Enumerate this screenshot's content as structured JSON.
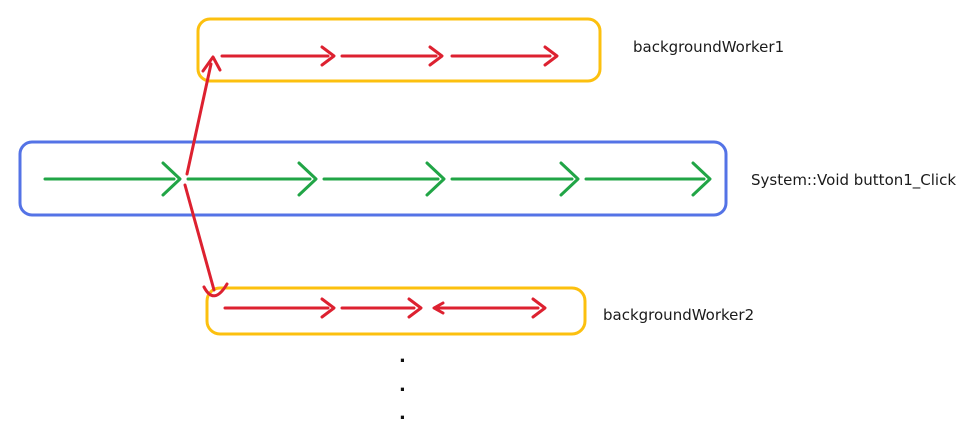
{
  "diagram": {
    "type": "thread-timeline-diagram",
    "threads": [
      {
        "id": "backgroundWorker1",
        "label": "backgroundWorker1",
        "box_color": "#FCC00F",
        "arrow_color": "#DD2130",
        "arrow_segments": 3,
        "forked_from": "main"
      },
      {
        "id": "main",
        "label": "System::Void button1_Click",
        "box_color": "#5473E6",
        "arrow_color": "#21A546",
        "arrow_segments": 5
      },
      {
        "id": "backgroundWorker2",
        "label": "backgroundWorker2",
        "box_color": "#FCC00F",
        "arrow_color": "#DD2130",
        "arrow_segments": 3,
        "forked_from": "main"
      }
    ],
    "dots": [
      ".",
      ".",
      "."
    ]
  },
  "colors": {
    "worker-box": "#FCC00F",
    "main-box": "#5473E6",
    "worker-arrow": "#DD2130",
    "main-arrow": "#21A546",
    "text": "#1B1B1B",
    "background": "#FFFFFF"
  }
}
